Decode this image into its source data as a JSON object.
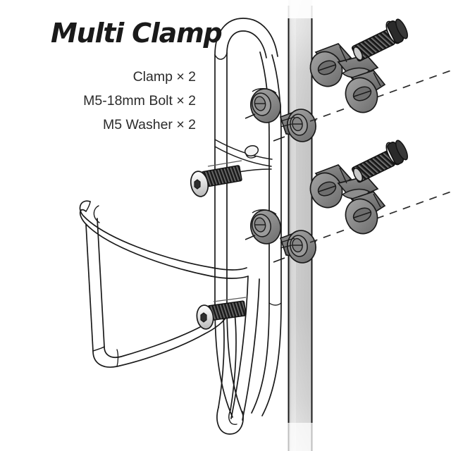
{
  "document": {
    "title": "Multi Clamp",
    "background_color": "#ffffff"
  },
  "heading": {
    "label": "Multi Clamp"
  },
  "parts_list": {
    "items": [
      {
        "label": "Clamp × 2"
      },
      {
        "label": "M5-18mm Bolt × 2"
      },
      {
        "label": "M5 Washer × 2"
      }
    ]
  },
  "illustration": {
    "name": "bottle-cage-multi-clamp-exploded-diagram",
    "components": [
      {
        "name": "bottle-cage",
        "label": "Bottle Cage"
      },
      {
        "name": "seat-post",
        "label": "Post"
      },
      {
        "name": "clamp-upper",
        "label": "Clamp"
      },
      {
        "name": "clamp-lower",
        "label": "Clamp"
      },
      {
        "name": "bolt-upper",
        "label": "M5-18mm Bolt"
      },
      {
        "name": "bolt-lower",
        "label": "M5-18mm Bolt"
      },
      {
        "name": "washer-upper",
        "label": "M5 Washer"
      },
      {
        "name": "washer-lower",
        "label": "M5 Washer"
      }
    ],
    "colors": {
      "outline": "#1a1a1a",
      "cage_fill": "#ffffff",
      "post_fill_top": "#fdfdfd",
      "post_fill_mid": "#c9c9c9",
      "post_fill_bottom": "#f2f2f2",
      "clamp_light": "#9a9a9a",
      "clamp_mid": "#8a8a8a",
      "clamp_dark": "#6e6e6e",
      "clamp_darker": "#5a5a5a",
      "bolt_thread": "#1e1e1e",
      "bolt_head_light": "#e8e8e8",
      "washer": "#f5f5f5",
      "dashed_line": "#2b2b2b"
    }
  }
}
